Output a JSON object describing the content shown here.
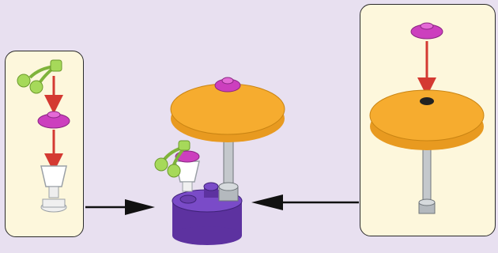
{
  "instruction": {
    "background_color": "#e8e0f0",
    "panel_color": "#fdf7dc",
    "step_panels": [
      {
        "name": "stem-assembly",
        "parts": [
          "lime-cherry-stem",
          "magenta-flower",
          "clear-goblet"
        ]
      },
      {
        "name": "umbrella-assembly",
        "parts": [
          "magenta-flower",
          "orange-round-dish",
          "gray-bar-with-base"
        ]
      }
    ],
    "result": {
      "parts": [
        "purple-round-brick",
        "clear-goblet",
        "lime-cherry-stem",
        "orange-round-dish",
        "magenta-flower",
        "gray-bar"
      ]
    },
    "colors": {
      "orange": "#f6ac2f",
      "magenta": "#cc3fbe",
      "lime": "#a6d95a",
      "purple": "#6b3fb0",
      "gray": "#a3a8ad",
      "arrow_red": "#d43a32",
      "arrow_black": "#111111"
    }
  }
}
